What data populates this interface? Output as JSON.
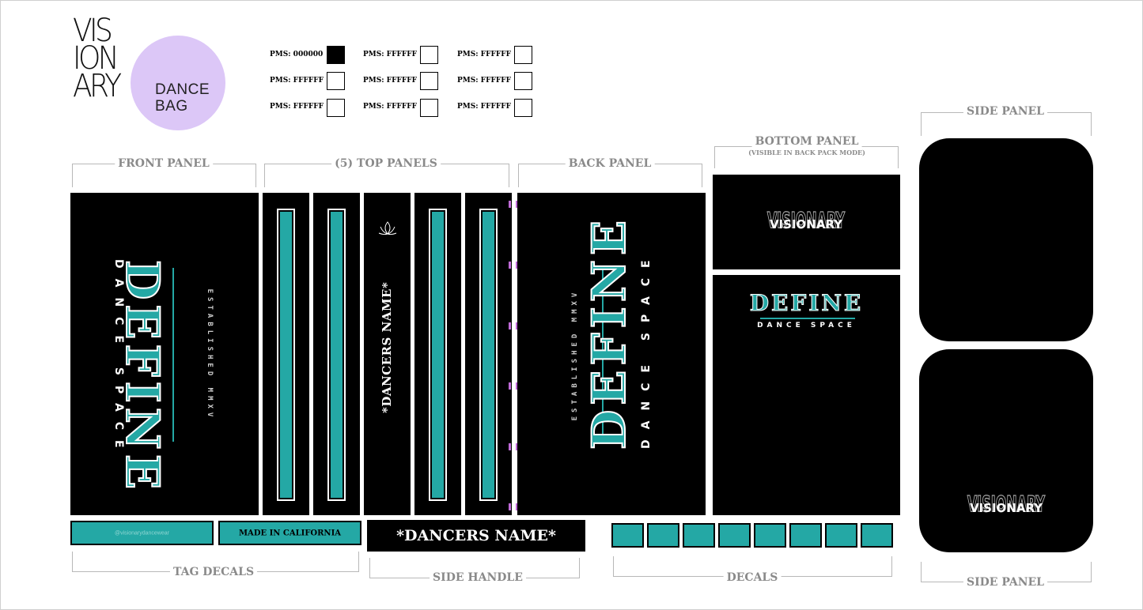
{
  "brand": {
    "logo_lines": [
      "VIS",
      "ION",
      "ARY"
    ],
    "product_lines": [
      "DANCE",
      "BAG"
    ],
    "logo_circle_color": "#dcc7f7"
  },
  "pms_swatches": [
    {
      "label": "PMS: 000000",
      "color": "#000000"
    },
    {
      "label": "PMS: FFFFFF",
      "color": "#FFFFFF"
    },
    {
      "label": "PMS: FFFFFF",
      "color": "#FFFFFF"
    },
    {
      "label": "PMS: FFFFFF",
      "color": "#FFFFFF"
    },
    {
      "label": "PMS: FFFFFF",
      "color": "#FFFFFF"
    },
    {
      "label": "PMS: FFFFFF",
      "color": "#FFFFFF"
    },
    {
      "label": "PMS: FFFFFF",
      "color": "#FFFFFF"
    },
    {
      "label": "PMS: FFFFFF",
      "color": "#FFFFFF"
    },
    {
      "label": "PMS: FFFFFF",
      "color": "#FFFFFF"
    }
  ],
  "sections": {
    "front_panel": "FRONT PANEL",
    "top_panels": "(5) TOP PANELS",
    "back_panel": "BACK PANEL",
    "bottom_panel": "BOTTOM PANEL",
    "bottom_panel_note": "(VISIBLE IN BACK PACK MODE)",
    "side_panel_top": "SIDE PANEL",
    "side_panel_bottom": "SIDE PANEL",
    "tag_decals": "TAG DECALS",
    "side_handle": "SIDE HANDLE",
    "decals": "DECALS"
  },
  "artwork": {
    "define": "DEFINE",
    "dance_space": "DANCE SPACE",
    "established": "ESTABLISHED MMXV",
    "dancers_name": "*DANCERS NAME*",
    "visionary": "VISIONARY"
  },
  "tags": {
    "instagram": "@visionarydancewear",
    "made_in": "MADE IN CALIFORNIA",
    "handle_name": "*DANCERS NAME*"
  },
  "colors": {
    "teal": "#24a8a5",
    "panel": "#000000",
    "label_gray": "#8a8a8a",
    "accent_pink": "#c06ad8"
  }
}
